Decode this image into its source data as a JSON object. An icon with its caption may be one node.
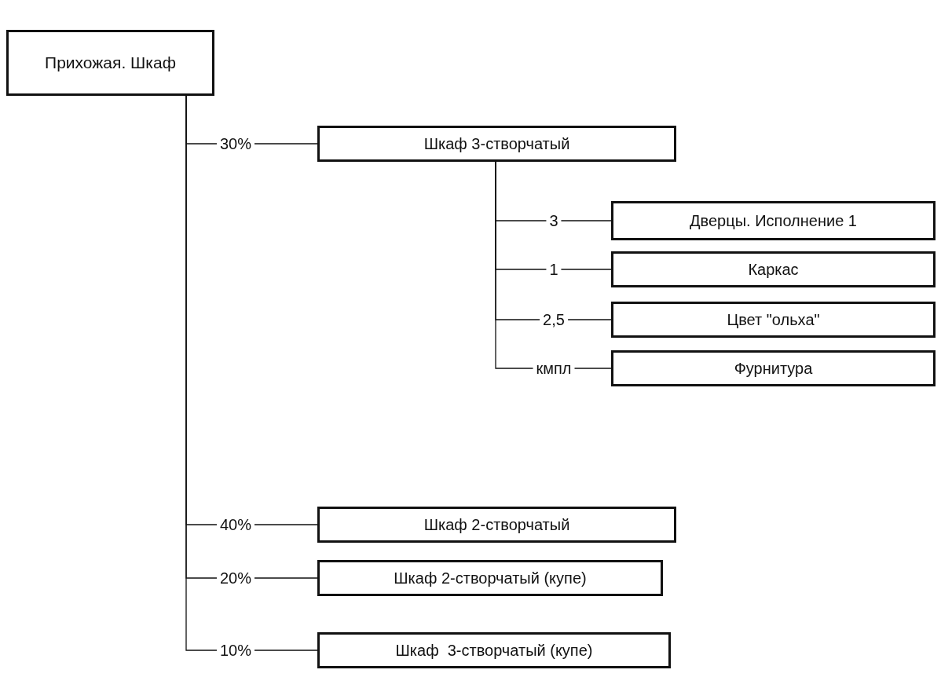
{
  "diagram": {
    "nodes": [
      {
        "text": [
          "Прихожая. Шкаф"
        ]
      },
      {
        "text": [
          "Шкаф 3-створчатый"
        ]
      },
      {
        "text": [
          "Дверцы. Исполнение 1"
        ]
      },
      {
        "text": [
          "Каркас"
        ]
      },
      {
        "text": [
          "Цвет \"ольха\""
        ]
      },
      {
        "text": [
          "Фурнитура"
        ]
      },
      {
        "text": [
          "Шкаф 2-створчатый"
        ]
      },
      {
        "text": [
          "Шкаф 2-створчатый (купе)"
        ]
      },
      {
        "text": [
          "Шкаф  3-створчатый (купе)"
        ]
      }
    ],
    "edges": [
      {
        "from": 0,
        "to": 1,
        "arrow": "none",
        "label": "30%"
      },
      {
        "from": 1,
        "to": 2,
        "arrow": "none",
        "label": "3"
      },
      {
        "from": 1,
        "to": 3,
        "arrow": "none",
        "label": "1"
      },
      {
        "from": 1,
        "to": 4,
        "arrow": "none",
        "label": "2,5"
      },
      {
        "from": 1,
        "to": 5,
        "arrow": "none",
        "label": "кмпл"
      },
      {
        "from": 0,
        "to": 6,
        "arrow": "none",
        "label": "40%"
      },
      {
        "from": 0,
        "to": 7,
        "arrow": "none",
        "label": "20%"
      },
      {
        "from": 0,
        "to": 8,
        "arrow": "none",
        "label": "10%"
      }
    ]
  }
}
